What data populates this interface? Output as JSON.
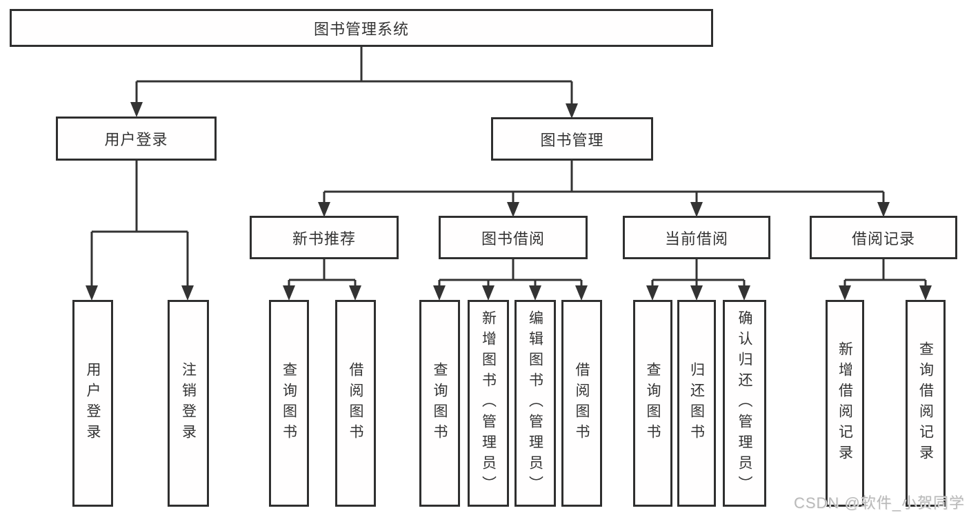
{
  "diagram": {
    "title": "图书管理系统",
    "watermark": "CSDN @软件_小贺同学",
    "colors": {
      "line": "#333333",
      "box_border": "#2f2f2f",
      "text": "#333333",
      "watermark": "#b9b9b9",
      "background": "#ffffff"
    },
    "tree": {
      "root": {
        "label": "图书管理系统"
      },
      "branches": [
        {
          "label": "用户登录",
          "children": [
            {
              "label": "用户登录"
            },
            {
              "label": "注销登录"
            }
          ]
        },
        {
          "label": "图书管理",
          "children": [
            {
              "label": "新书推荐",
              "children": [
                {
                  "label": "查询图书"
                },
                {
                  "label": "借阅图书"
                }
              ]
            },
            {
              "label": "图书借阅",
              "children": [
                {
                  "label": "查询图书"
                },
                {
                  "label": "新增图书（管理员）"
                },
                {
                  "label": "编辑图书（管理员）"
                },
                {
                  "label": "借阅图书"
                }
              ]
            },
            {
              "label": "当前借阅",
              "children": [
                {
                  "label": "查询图书"
                },
                {
                  "label": "归还图书"
                },
                {
                  "label": "确认归还（管理员）"
                }
              ]
            },
            {
              "label": "借阅记录",
              "children": [
                {
                  "label": "新增借阅记录"
                },
                {
                  "label": "查询借阅记录"
                }
              ]
            }
          ]
        }
      ]
    }
  }
}
